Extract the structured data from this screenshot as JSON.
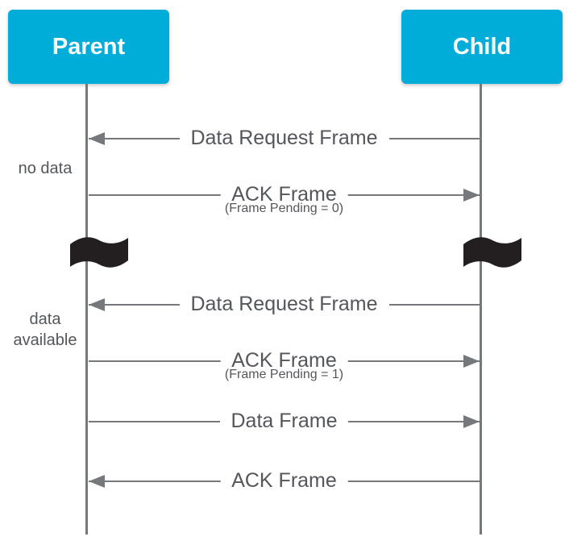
{
  "diagram": {
    "type": "sequence-diagram",
    "actors": [
      {
        "label": "Parent"
      },
      {
        "label": "Child"
      }
    ],
    "side_notes": [
      {
        "text": "no data"
      },
      {
        "text": "data available"
      }
    ],
    "messages": [
      {
        "label": "Data Request Frame",
        "from": "Child",
        "to": "Parent",
        "direction": "left"
      },
      {
        "label": "ACK Frame",
        "sublabel": "(Frame Pending = 0)",
        "from": "Parent",
        "to": "Child",
        "direction": "right"
      },
      {
        "label": "Data Request Frame",
        "from": "Child",
        "to": "Parent",
        "direction": "left"
      },
      {
        "label": "ACK Frame",
        "sublabel": "(Frame Pending = 1)",
        "from": "Parent",
        "to": "Child",
        "direction": "right"
      },
      {
        "label": "Data Frame",
        "from": "Parent",
        "to": "Child",
        "direction": "right"
      },
      {
        "label": "ACK Frame",
        "from": "Child",
        "to": "Parent",
        "direction": "left"
      }
    ],
    "icons": {
      "time_break": "flag-icon"
    },
    "colors": {
      "actor_fill": "#00ACD8",
      "actor_text": "#ffffff",
      "line": "#77787b",
      "text": "#55565a",
      "flag": "#231f20",
      "background": "#ffffff"
    }
  }
}
